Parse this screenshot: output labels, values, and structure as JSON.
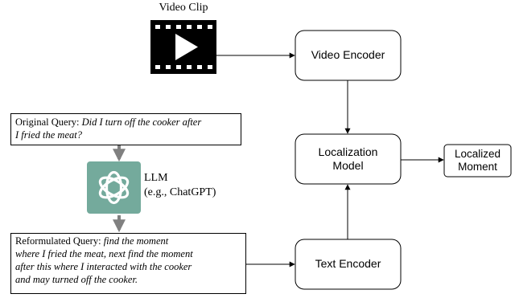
{
  "video": {
    "label": "Video Clip"
  },
  "nodes": {
    "video_encoder": "Video Encoder",
    "localization_model": [
      "Localization",
      "Model"
    ],
    "text_encoder": "Text Encoder",
    "localized_moment": [
      "Localized",
      "Moment"
    ]
  },
  "original_query": {
    "label": "Original Query:",
    "text_line1": "Did I turn off the cooker after",
    "text_line2": "I fried the meat?"
  },
  "llm": {
    "label": "LLM",
    "example": "(e.g., ChatGPT)",
    "icon": "chatgpt-logo",
    "icon_bg": "#74AA9C"
  },
  "reformulated_query": {
    "label": "Reformulated Query:",
    "text_line1": "find the moment",
    "line2": "where I fried the meat, next find the moment",
    "line3": "after this where I interacted with the cooker",
    "line4": "and may turned off the cooker."
  }
}
